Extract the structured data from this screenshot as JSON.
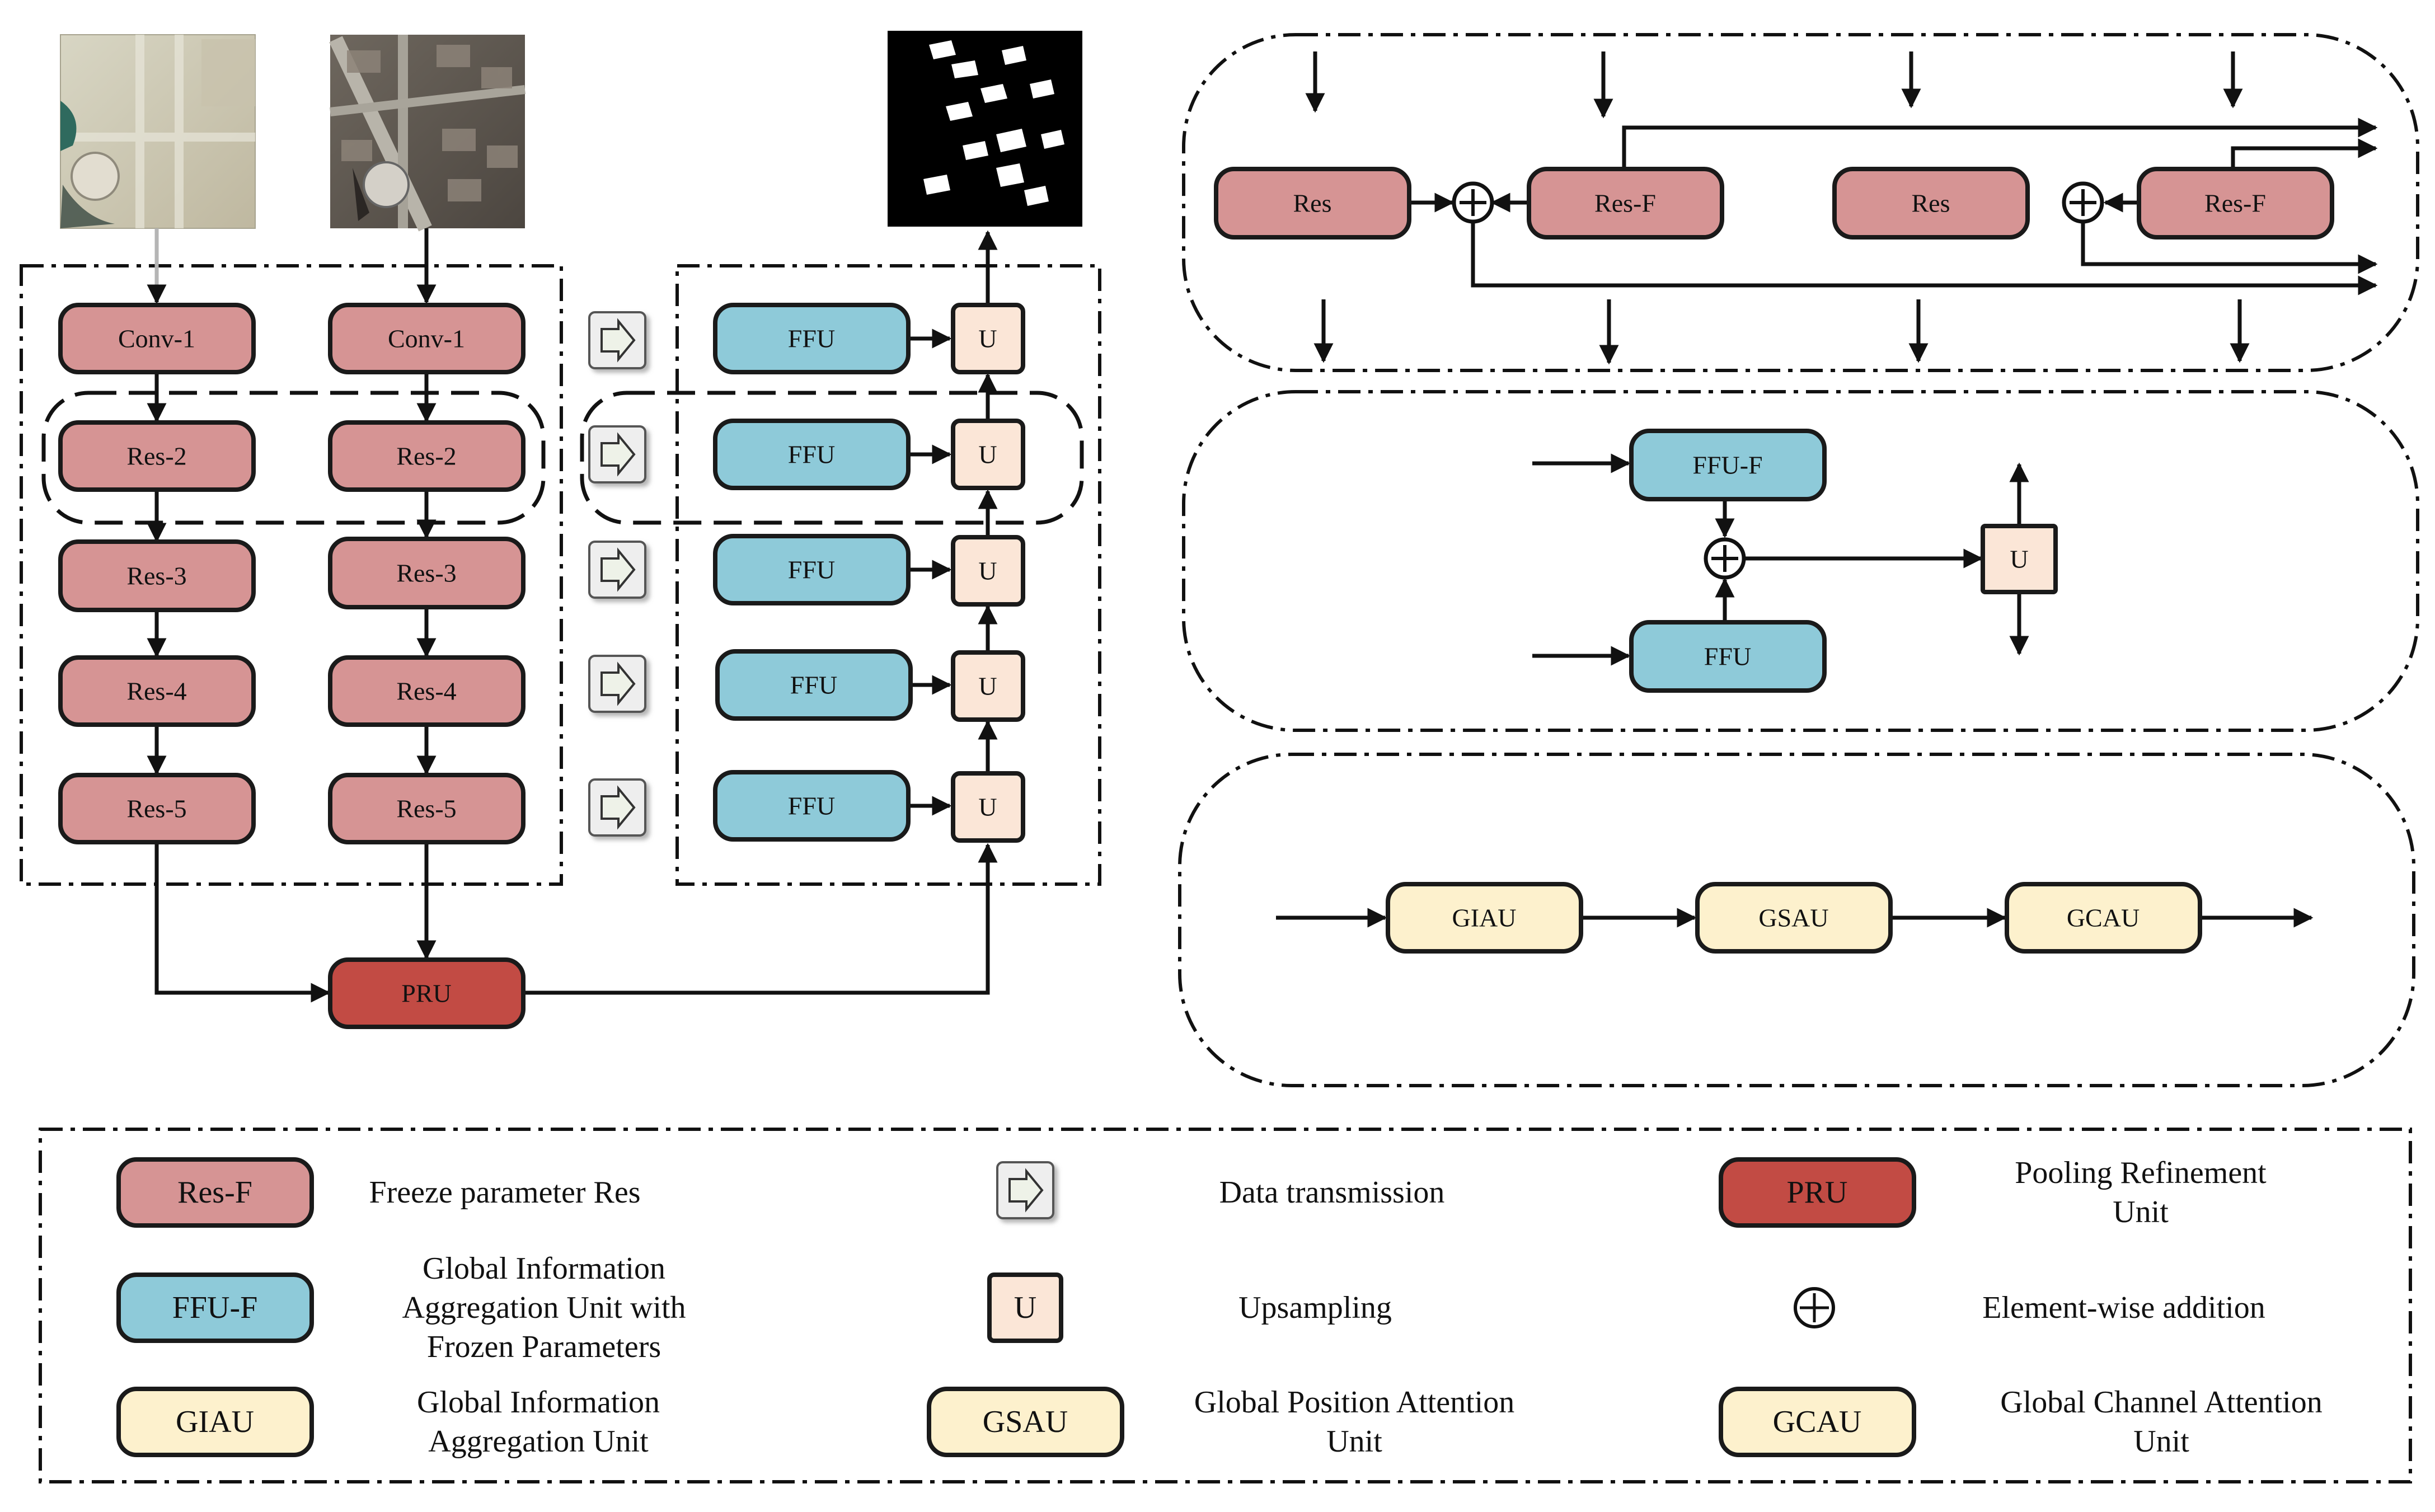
{
  "colors": {
    "res": "#d69494",
    "ffu": "#8ecad9",
    "u": "#fbe6d7",
    "pru": "#c24b44",
    "attention": "#fdf1cd",
    "dt_icon": "#eef2e8"
  },
  "encoder": {
    "left": [
      "Conv-1",
      "Res-2",
      "Res-3",
      "Res-4",
      "Res-5"
    ],
    "right": [
      "Conv-1",
      "Res-2",
      "Res-3",
      "Res-4",
      "Res-5"
    ]
  },
  "pru": "PRU",
  "decoder": {
    "ffu": [
      "FFU",
      "FFU",
      "FFU",
      "FFU",
      "FFU"
    ],
    "u": [
      "U",
      "U",
      "U",
      "U",
      "U"
    ]
  },
  "detail_res": {
    "res_1": "Res",
    "resf_1": "Res-F",
    "res_2": "Res",
    "resf_2": "Res-F"
  },
  "detail_ffu": {
    "ffu_f": "FFU-F",
    "ffu": "FFU",
    "u": "U"
  },
  "detail_attention": {
    "giau": "GIAU",
    "gsau": "GSAU",
    "gcau": "GCAU"
  },
  "legend": {
    "resf": {
      "box": "Res-F",
      "text": [
        "Freeze parameter Res"
      ]
    },
    "dt": {
      "text": [
        "Data transmission"
      ]
    },
    "pru": {
      "box": "PRU",
      "text": [
        "Pooling Refinement",
        "Unit"
      ]
    },
    "ffuf": {
      "box": "FFU-F",
      "text": [
        "Global Information",
        "Aggregation Unit with",
        "Frozen Parameters"
      ]
    },
    "u": {
      "box": "U",
      "text": [
        "Upsampling"
      ]
    },
    "add": {
      "text": [
        "Element-wise addition"
      ]
    },
    "giau": {
      "box": "GIAU",
      "text": [
        "Global Information",
        "Aggregation Unit"
      ]
    },
    "gsau": {
      "box": "GSAU",
      "text": [
        "Global Position Attention",
        "Unit"
      ]
    },
    "gcau": {
      "box": "GCAU",
      "text": [
        "Global Channel Attention",
        "Unit"
      ]
    }
  }
}
